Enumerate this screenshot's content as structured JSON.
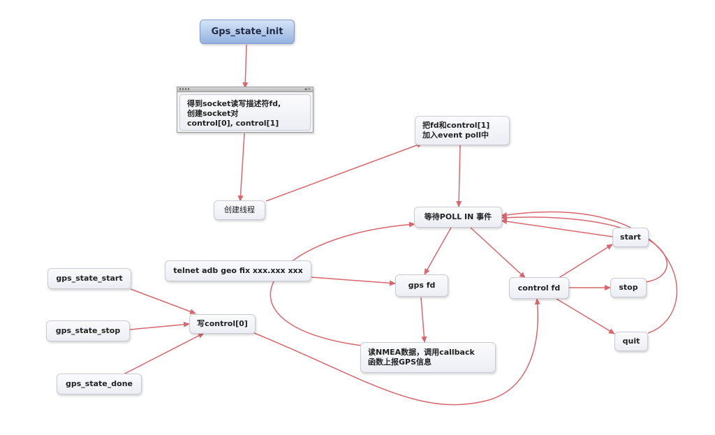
{
  "nodes": {
    "gps_state_init": "Gps_state_init",
    "get_socket": "得到socket读写描述符fd,\n创建socket对\ncontrol[0], control[1]",
    "create_thread": "创建线程",
    "add_event_poll": "把fd和control[1]\n加入event poll中",
    "wait_poll": "等待POLL IN 事件",
    "telnet_cmd": "telnet adb geo fix xxx.xxx xxx",
    "gps_fd": "gps fd",
    "control_fd": "control fd",
    "start": "start",
    "stop": "stop",
    "quit": "quit",
    "gps_state_start": "gps_state_start",
    "gps_state_stop": "gps_state_stop",
    "gps_state_done": "gps_state_done",
    "write_control": "写control[0]",
    "read_nmea": "读NMEA数据，调用callback\n函数上报GPS信息"
  },
  "colors": {
    "edge": "#d9666b",
    "root": "#94b2e0"
  }
}
